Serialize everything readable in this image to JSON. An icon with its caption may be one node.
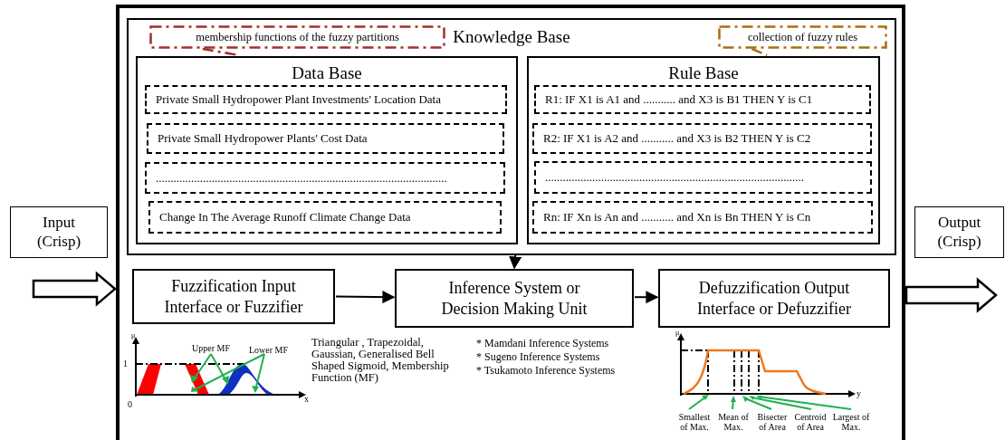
{
  "diagram": {
    "nodes": [
      {
        "text": [
          "Input (Crisp)"
        ]
      },
      {
        "text": [],
        "shape": "box"
      },
      {
        "text": [
          "Knowledge Base"
        ],
        "in": 1
      },
      {
        "text": [
          "membership functions of the fuzzy partitions"
        ],
        "in": 2
      },
      {
        "text": [
          "Data Base"
        ],
        "in": 2
      },
      {
        "text": [
          "Private Small Hydropower Plant Investments' Location Data"
        ],
        "in": 4
      },
      {
        "text": [
          "Private Small Hydropower Plants' Cost Data"
        ],
        "in": 4
      },
      {
        "text": [
          "..................................................................................................."
        ],
        "in": 4
      },
      {
        "text": [
          "Change In The Average Runoff Climate Change Data"
        ],
        "in": 4
      },
      {
        "text": [
          "collection of fuzzy rules"
        ],
        "in": 2
      },
      {
        "text": [
          "Rule Base"
        ],
        "in": 2
      },
      {
        "text": [
          "R1: IF X1 is A1 and ........... and X3 is B1 THEN Y is C1"
        ],
        "in": 10
      },
      {
        "text": [
          "R2: IF X1 is A2 and ........... and X3 is B2 THEN Y is C2"
        ],
        "in": 10
      },
      {
        "text": [
          "........................................................................................"
        ],
        "in": 10
      },
      {
        "text": [
          "Rn: IF Xn is An and ........... and Xn is Bn THEN Y is Cn"
        ],
        "in": 10
      },
      {
        "text": [
          "Fuzzification Input Interface or Fuzzifier"
        ],
        "in": 1
      },
      {
        "text": [
          "Inference System or Decision Making Unit"
        ],
        "in": 1
      },
      {
        "text": [
          "Defuzzification Output Interface or Defuzzifier"
        ],
        "in": 1
      },
      {
        "text": [
          "Output (Crisp)"
        ]
      }
    ],
    "edges": [
      {
        "from": null,
        "to": 1,
        "arrow": "to",
        "style": "thick"
      },
      {
        "from": 3,
        "to": 4,
        "arrow": "none",
        "style": "dashed",
        "color": "#a0302a"
      },
      {
        "from": 9,
        "to": 10,
        "arrow": "none",
        "style": "dashed",
        "color": "#a86f10"
      },
      {
        "from": 2,
        "to": 16,
        "arrow": "to"
      },
      {
        "from": 15,
        "to": 16,
        "arrow": "to"
      },
      {
        "from": 16,
        "to": 17,
        "arrow": "to"
      },
      {
        "from": 1,
        "to": null,
        "arrow": "to",
        "style": "thick"
      }
    ],
    "labels": [
      "μ",
      "1",
      "0",
      "x",
      "Upper MF",
      "Lower MF",
      "Triangular , Trapezoidal, Gaussian, Generalised Bell Shaped Sigmoid, Membership Function (MF)",
      "* Mamdani Inference Systems",
      "* Sugeno Inference Systems",
      "* Tsukamoto Inference Systems",
      "μ",
      "y",
      "Smallest of Max.",
      "Mean of Max.",
      "Bisecter of Area",
      "Centroid of Area",
      "Largest of Max."
    ]
  }
}
